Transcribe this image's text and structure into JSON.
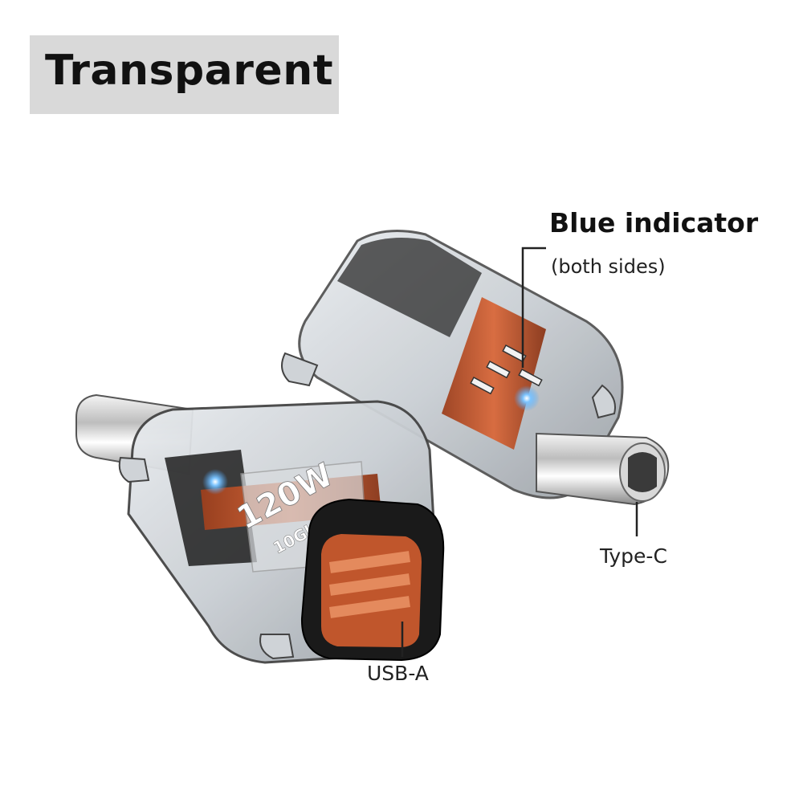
{
  "title": "Transparent",
  "callouts": {
    "indicator_title": "Blue indicator",
    "indicator_subtitle": "(both sides)",
    "type_c": "Type-C",
    "usb_a": "USB-A"
  },
  "product_imprint": {
    "power": "120W",
    "speed": "10Gbps"
  },
  "colors": {
    "title_bg": "#d9d9d9",
    "copper": "#c0562c",
    "led_blue": "#4aa8ff",
    "shell_dark": "#1a1a1a"
  }
}
